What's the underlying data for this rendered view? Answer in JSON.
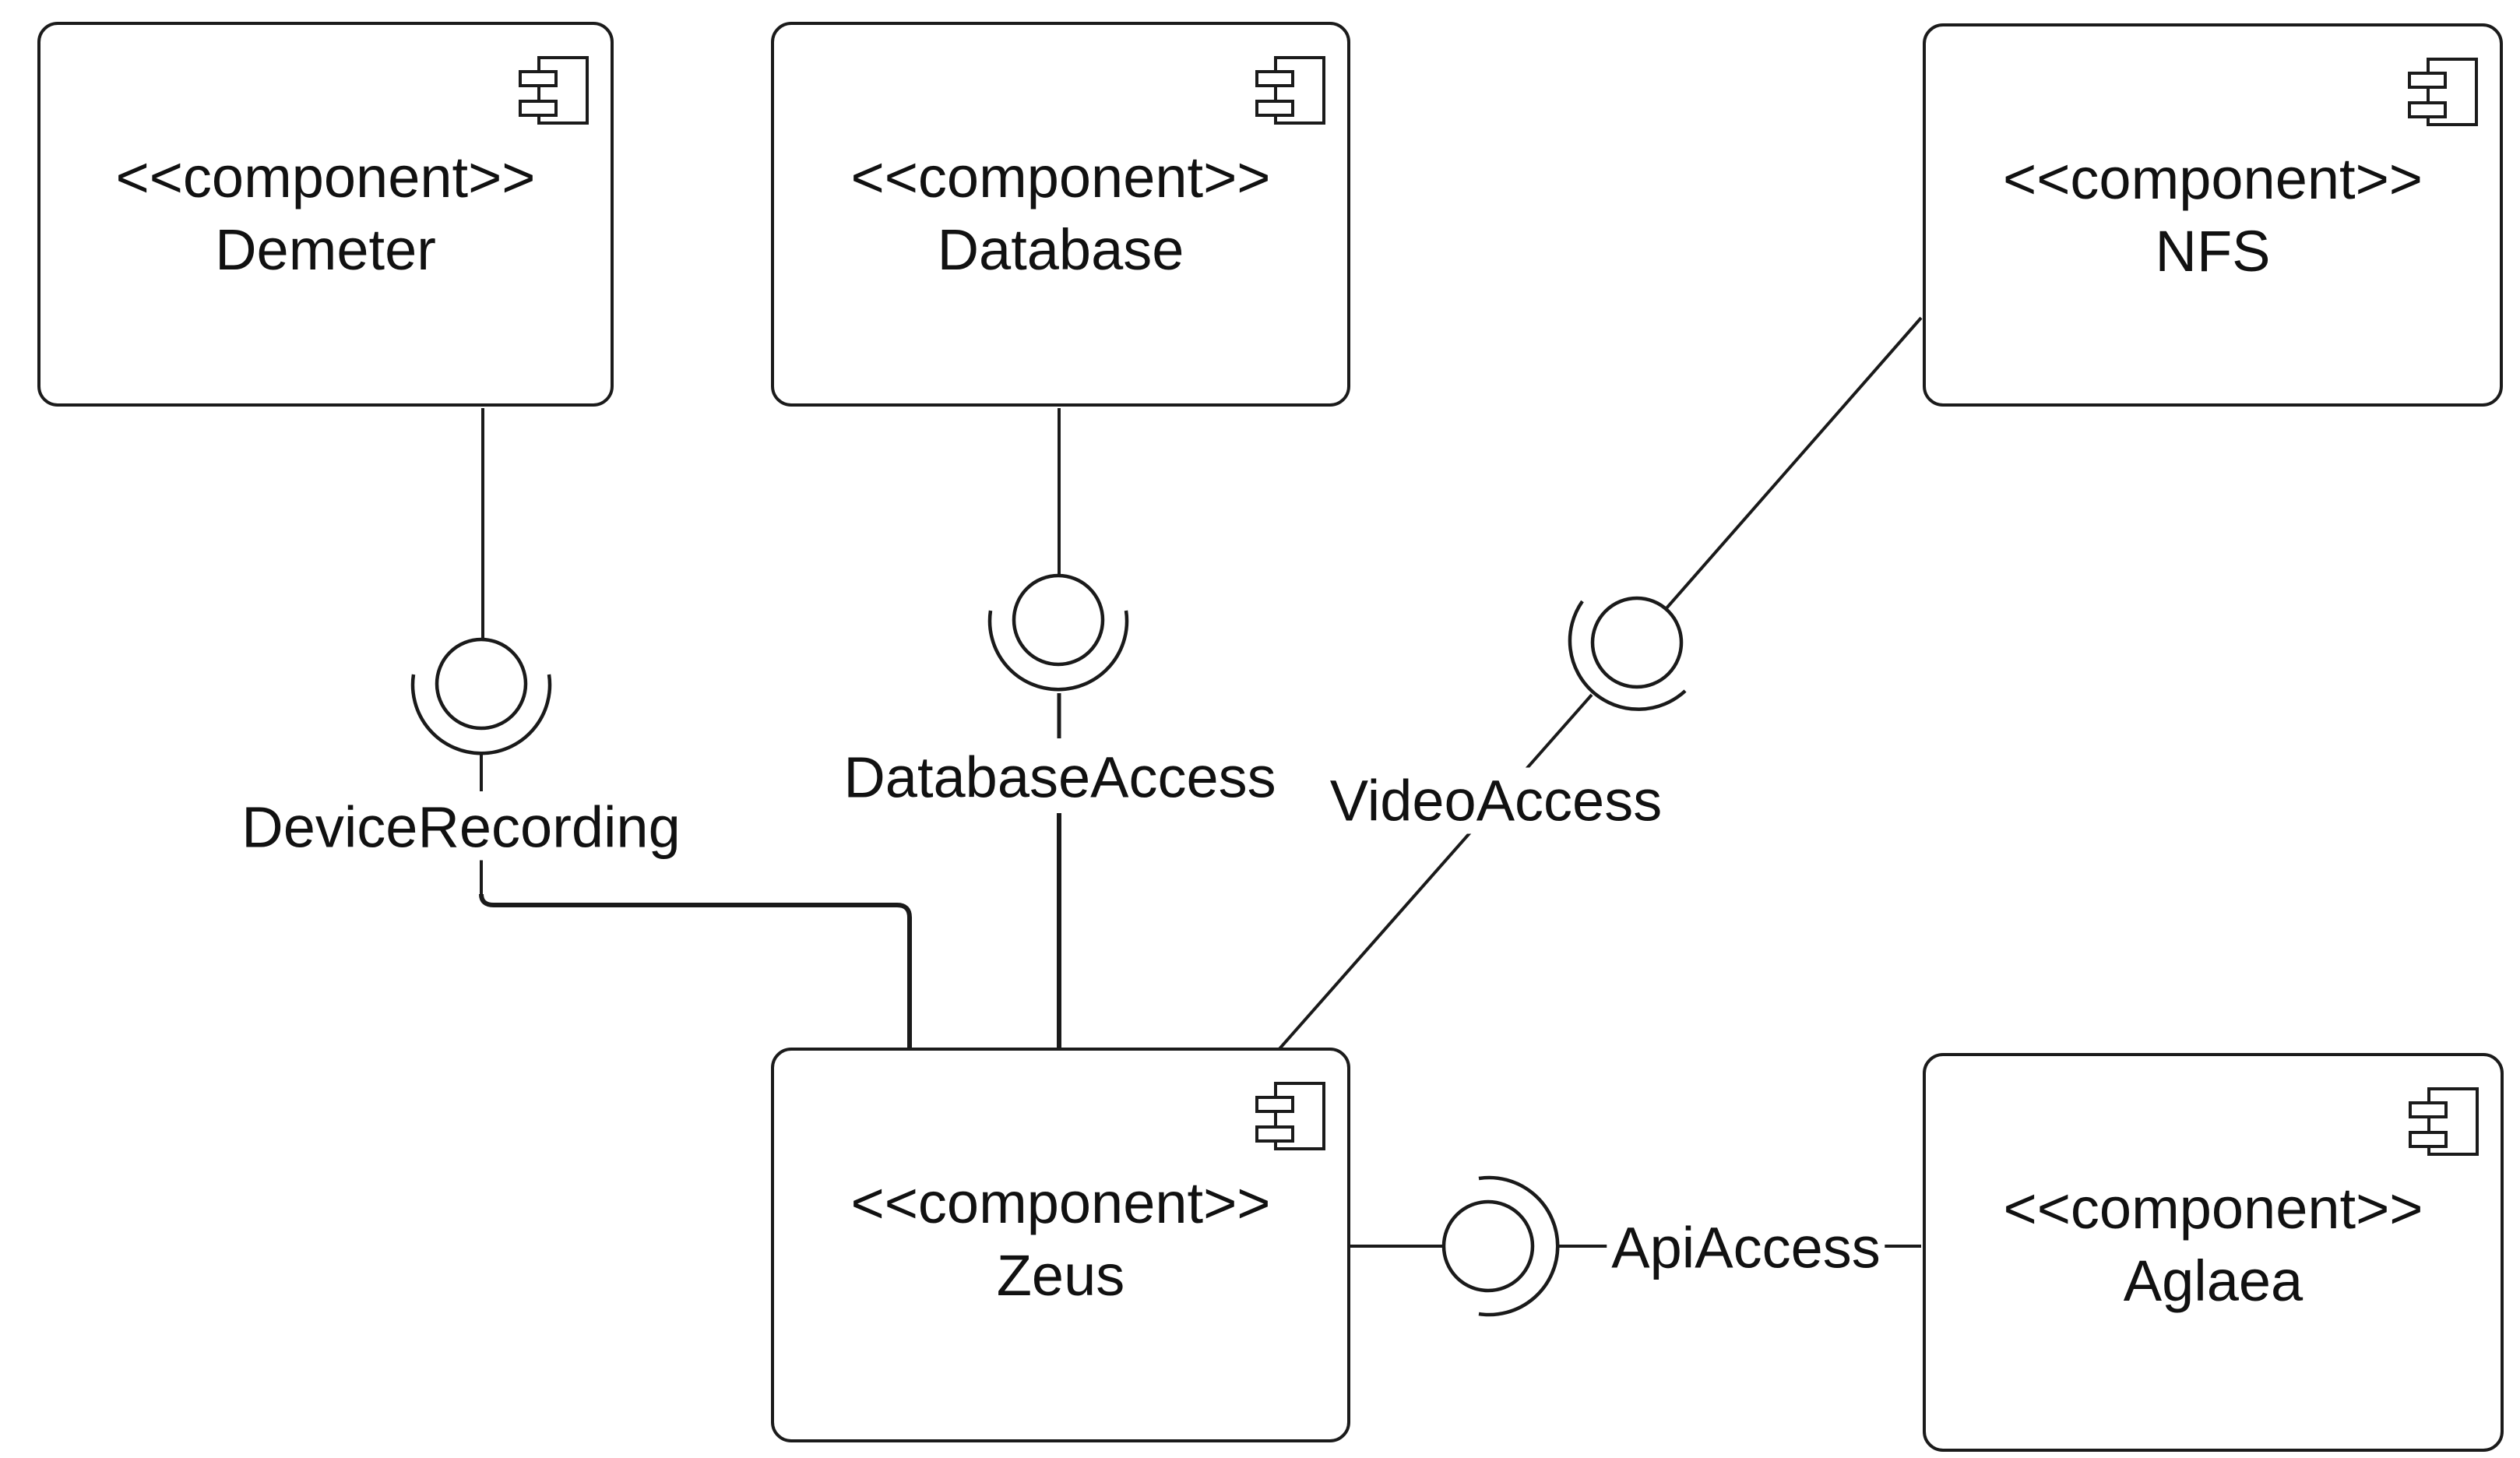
{
  "diagram": {
    "kind": "uml-component-diagram",
    "background_color": "#ffffff",
    "stroke_color": "#1a1a1a",
    "text_color": "#111111"
  },
  "components": [
    {
      "id": "demeter",
      "stereotype": "<<component>>",
      "name": "Demeter"
    },
    {
      "id": "database",
      "stereotype": "<<component>>",
      "name": "Database"
    },
    {
      "id": "nfs",
      "stereotype": "<<component>>",
      "name": "NFS"
    },
    {
      "id": "zeus",
      "stereotype": "<<component>>",
      "name": "Zeus"
    },
    {
      "id": "aglaea",
      "stereotype": "<<component>>",
      "name": "Aglaea"
    }
  ],
  "interfaces": [
    {
      "name": "DeviceRecording",
      "provider": "Demeter",
      "consumer": "Zeus"
    },
    {
      "name": "DatabaseAccess",
      "provider": "Database",
      "consumer": "Zeus"
    },
    {
      "name": "VideoAccess",
      "provider": "NFS",
      "consumer": "Zeus"
    },
    {
      "name": "ApiAccess",
      "provider": "Zeus",
      "consumer": "Aglaea"
    }
  ]
}
